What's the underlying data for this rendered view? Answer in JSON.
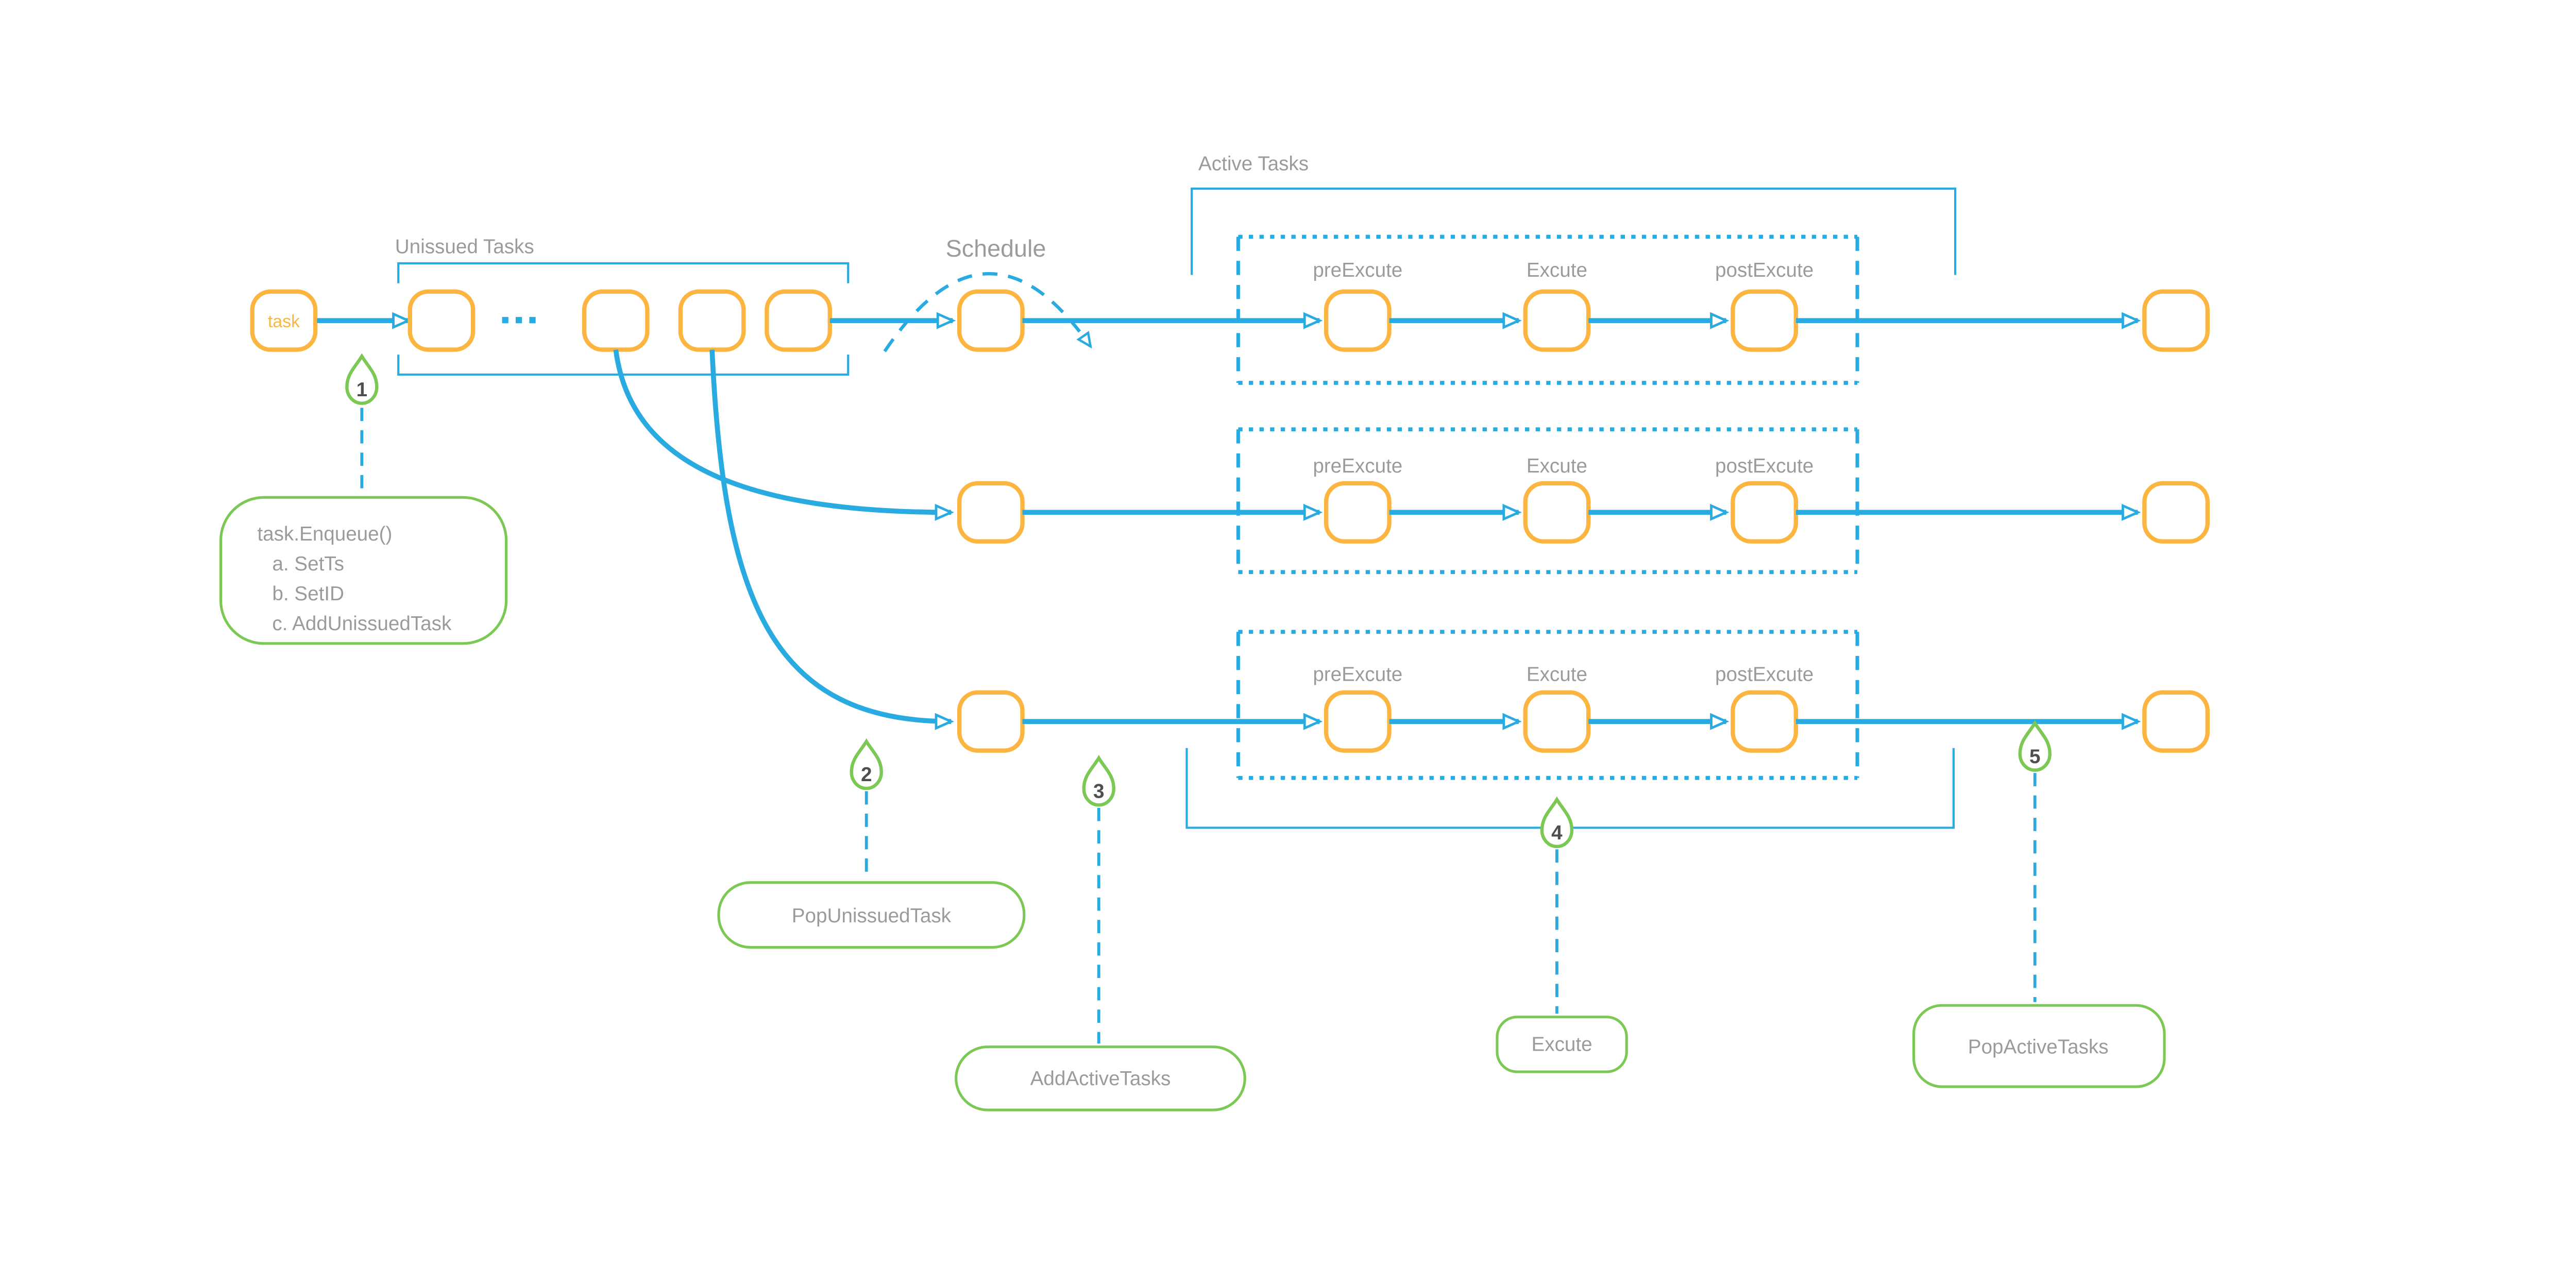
{
  "labels": {
    "task": "task",
    "unissued": "Unissued Tasks",
    "schedule": "Schedule",
    "active": "Active Tasks",
    "pre": "preExcute",
    "exec": "Excute",
    "post": "postExcute"
  },
  "markers": {
    "m1": "1",
    "m2": "2",
    "m3": "3",
    "m4": "4",
    "m5": "5"
  },
  "annotations": {
    "enqueue": {
      "l1": "task.Enqueue()",
      "l2": "a. SetTs",
      "l3": "b. SetID",
      "l4": "c. AddUnissuedTask"
    },
    "pop_unissued": "PopUnissuedTask",
    "add_active": "AddActiveTasks",
    "excute": "Excute",
    "pop_active": "PopActiveTasks"
  },
  "colors": {
    "blue": "#29ABE2",
    "orange": "#FBB540",
    "green": "#7CC854",
    "label_gray": "#9B9B9B",
    "number_gray": "#4E4E50"
  }
}
